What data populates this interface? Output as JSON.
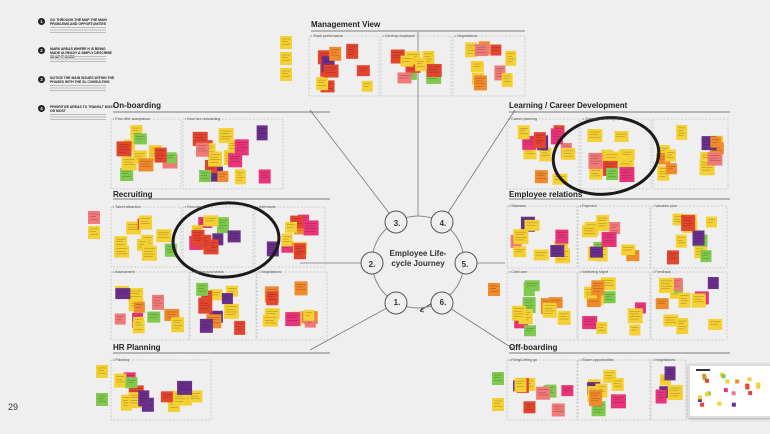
{
  "page_number": "29",
  "steps": [
    {
      "num": "1",
      "text": "GO THROUGH THE MAP THE MAIN PROBLEMS AND OPPORTUNITIES"
    },
    {
      "num": "2",
      "text": "MARK AREAS WHERE N IS BEING MADE ALREADY A SIMPLY DESCRIBE WHAT IT DOES"
    },
    {
      "num": "3",
      "text": "NOTICE THE MAIN ISSUES WITHIN THE PHASES WITH THE SL CONSULTING"
    },
    {
      "num": "4",
      "text": "PRIORITIZE AREAS TO TRANSLT MOST OR MOST"
    }
  ],
  "hub": {
    "title": "Employee Life-cycle Journey",
    "phases": [
      "1.",
      "2.",
      "3.",
      "4.",
      "5.",
      "6."
    ]
  },
  "sections": {
    "management": {
      "title": "Management View",
      "subs": [
        "Track performance",
        "Develop employee",
        "Negotiations"
      ]
    },
    "onboarding": {
      "title": "On-boarding",
      "subs": [
        "Post offer acceptance",
        "New hire onboarding"
      ]
    },
    "recruiting": {
      "title": "Recruiting",
      "subs": [
        "Talent attraction",
        "Recruiting",
        "Interviews",
        "Assessment",
        "Background check",
        "Negotiations"
      ]
    },
    "hr_planning": {
      "title": "HR Planning",
      "subs": [
        "Planning"
      ]
    },
    "learning": {
      "title": "Learning / Career Development",
      "subs": [
        "Career planning",
        "Training & development"
      ]
    },
    "employee_relations": {
      "title": "Employee relations",
      "subs": [
        "Sickness",
        "Payment",
        "Vacation plan",
        "Child care",
        "Wellbeing Mgmt",
        "Feedback"
      ]
    },
    "offboarding": {
      "title": "Off-boarding",
      "subs": [
        "Firing/Letting go",
        "Share opportunities",
        "Negotiations"
      ]
    }
  },
  "colors": {
    "note_yellow": "#f5d033",
    "note_pink": "#e8357a",
    "note_red": "#e4452f",
    "note_purple": "#6a2f8a",
    "note_green": "#7fc94f",
    "note_orange": "#f08a2a",
    "note_salmon": "#f07a7a",
    "highlight_circle": "#1a1a1a",
    "line": "#777777"
  }
}
